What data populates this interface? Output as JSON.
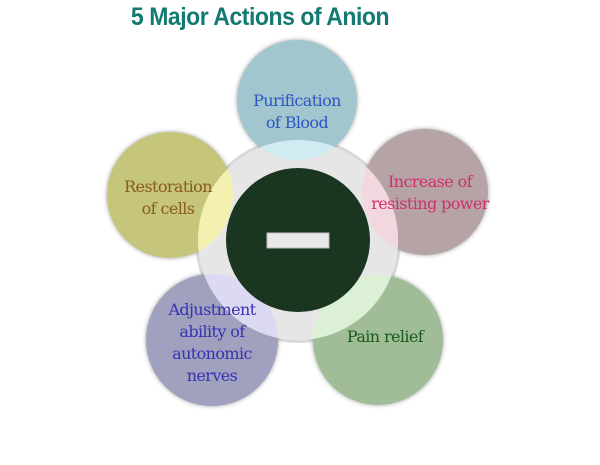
{
  "title": "5 Major Actions of Anion",
  "center": {
    "symbol": "minus-sign"
  },
  "actions": [
    {
      "lines": [
        "Purification",
        "of Blood"
      ],
      "fill": "#a2c6cd",
      "pale": "#cdebf2",
      "text_color": "#2d55c8"
    },
    {
      "lines": [
        "Increase of",
        "resisting power"
      ],
      "fill": "#b6a3a5",
      "pale": "#f3d6dd",
      "text_color": "#d0306a"
    },
    {
      "lines": [
        "Pain relief"
      ],
      "fill": "#a0bd98",
      "pale": "#d9f1d2",
      "text_color": "#1a5a1a"
    },
    {
      "lines": [
        "Adjustment",
        "ability of",
        "autonomic",
        "nerves"
      ],
      "fill": "#9fa1bf",
      "pale": "#dad8f3",
      "text_color": "#3a30b0"
    },
    {
      "lines": [
        "Restoration",
        "of cells"
      ],
      "fill": "#c6c57c",
      "pale": "#f4f1aa",
      "text_color": "#8a5a1e"
    }
  ],
  "colors": {
    "ring": "#e6e6e6",
    "core": "#1b3620",
    "title": "#137a72"
  }
}
